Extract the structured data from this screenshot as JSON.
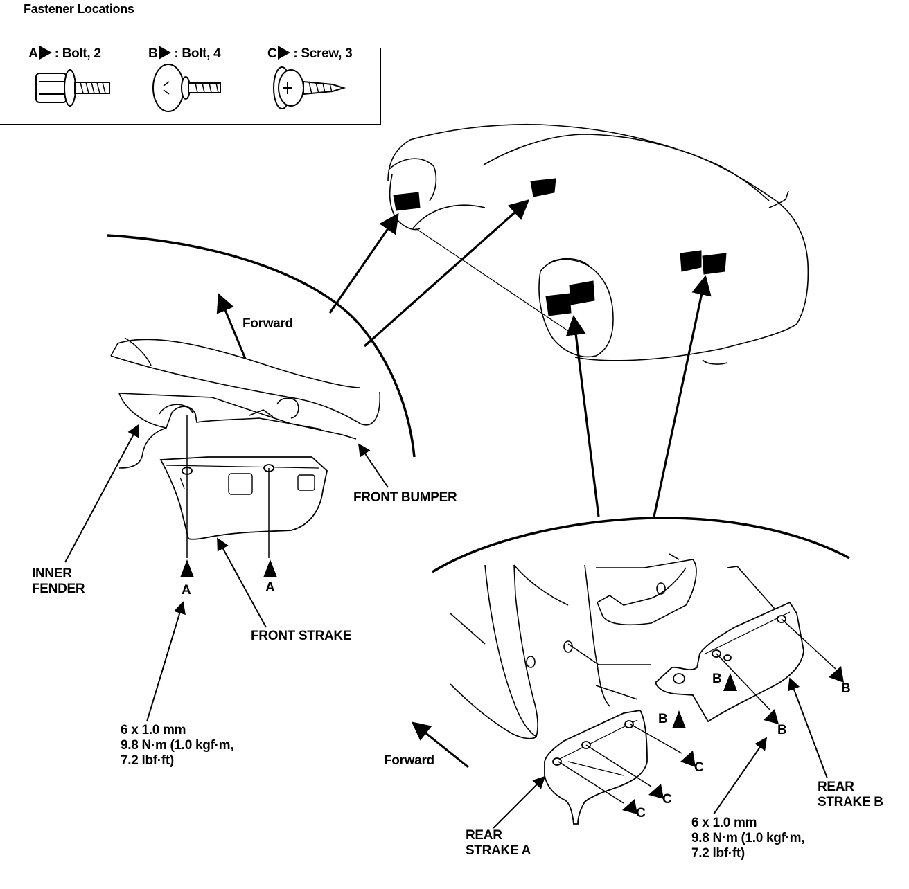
{
  "legend": {
    "title": "Fastener Locations",
    "items": [
      {
        "letter": "A",
        "text": ": Bolt, 2",
        "icon": "flange-bolt-icon"
      },
      {
        "letter": "B",
        "text": ": Bolt, 4",
        "icon": "washer-bolt-icon"
      },
      {
        "letter": "C",
        "text": ": Screw, 3",
        "icon": "phillips-screw-icon"
      }
    ]
  },
  "labels": {
    "forward_front": "Forward",
    "front_bumper": "FRONT BUMPER",
    "inner_fender_1": "INNER",
    "inner_fender_2": "FENDER",
    "front_strake": "FRONT STRAKE",
    "a_left": "A",
    "a_right": "A",
    "front_spec": [
      "6 x 1.0 mm",
      "9.8 N·m (1.0 kgf·m,",
      "7.2 lbf·ft)"
    ],
    "forward_rear": "Forward",
    "rear_strake_a_1": "REAR",
    "rear_strake_a_2": "STRAKE A",
    "rear_strake_b_1": "REAR",
    "rear_strake_b_2": "STRAKE B",
    "b1": "B",
    "b2": "B",
    "b3": "B",
    "b4": "B",
    "c1": "C",
    "c2": "C",
    "c3": "C",
    "rear_spec": [
      "6 x 1.0 mm",
      "9.8 N·m (1.0 kgf·m,",
      "7.2 lbf·ft)"
    ]
  },
  "colors": {
    "ink": "#000000",
    "paper": "#ffffff"
  }
}
